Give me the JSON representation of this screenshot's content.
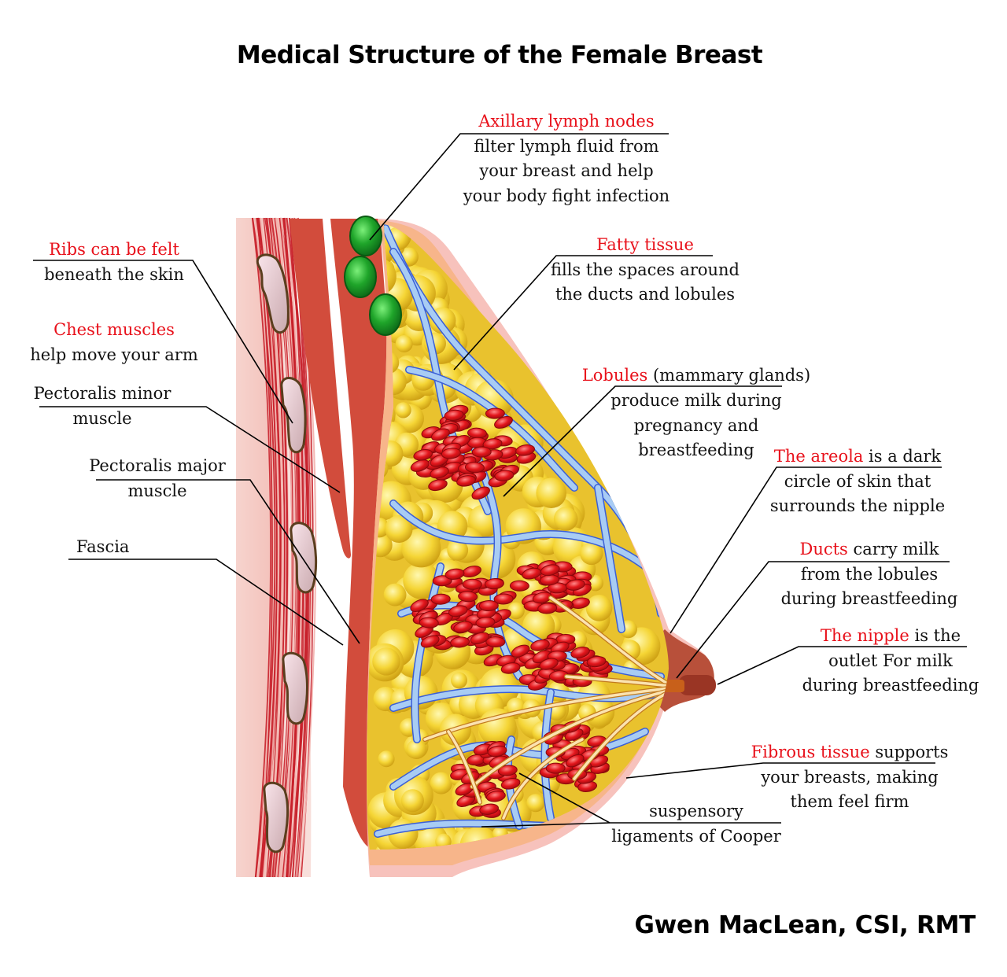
{
  "title": "Medical Structure of the Female Breast",
  "credit": "Gwen MacLean, CSI, RMT",
  "colors": {
    "highlight_text": "#e8101a",
    "body_text": "#111111",
    "muscle": "#d24c3c",
    "muscle_fiber": "#c8202a",
    "fat": "#f3d23a",
    "duct_vessel": "#9cc4f0",
    "lymph_node": "#1a9a2a",
    "lobule": "#e0161c",
    "skin": "#f7b58a",
    "areola": "#b8503a"
  },
  "labels": {
    "axillary": {
      "term": "Axillary lymph nodes",
      "lines": [
        "filter lymph fluid  from",
        "your breast and help",
        "your body fight infection"
      ]
    },
    "ribs": {
      "term": "Ribs can be felt",
      "lines": [
        "beneath the skin"
      ]
    },
    "chest_muscles": {
      "term": "Chest muscles",
      "lines": [
        "help move your arm"
      ]
    },
    "pec_minor": {
      "lines": [
        "Pectoralis minor",
        "muscle"
      ]
    },
    "pec_major": {
      "lines": [
        "Pectoralis major",
        "muscle"
      ]
    },
    "fascia": {
      "lines": [
        "Fascia"
      ]
    },
    "fatty": {
      "term": "Fatty tissue",
      "lines": [
        "fills the spaces around",
        "the ducts and lobules"
      ]
    },
    "lobules": {
      "term": "Lobules",
      "term_rest": " (mammary glands)",
      "lines": [
        "produce milk during",
        "pregnancy and",
        "breastfeeding"
      ]
    },
    "areola": {
      "term": "The areola",
      "term_rest": " is a dark",
      "lines": [
        "circle of skin that",
        "surrounds the nipple"
      ]
    },
    "ducts": {
      "term": "Ducts",
      "term_rest": " carry milk",
      "lines": [
        "from the lobules",
        "during breastfeeding"
      ]
    },
    "nipple": {
      "term": "The nipple",
      "term_rest": " is the",
      "lines": [
        "outlet For milk",
        "during breastfeeding"
      ]
    },
    "fibrous": {
      "term": "Fibrous tissue",
      "term_rest": " supports",
      "lines": [
        "your breasts, making",
        "them feel firm"
      ]
    },
    "cooper": {
      "lines": [
        "suspensory",
        "ligaments of Cooper"
      ]
    }
  }
}
